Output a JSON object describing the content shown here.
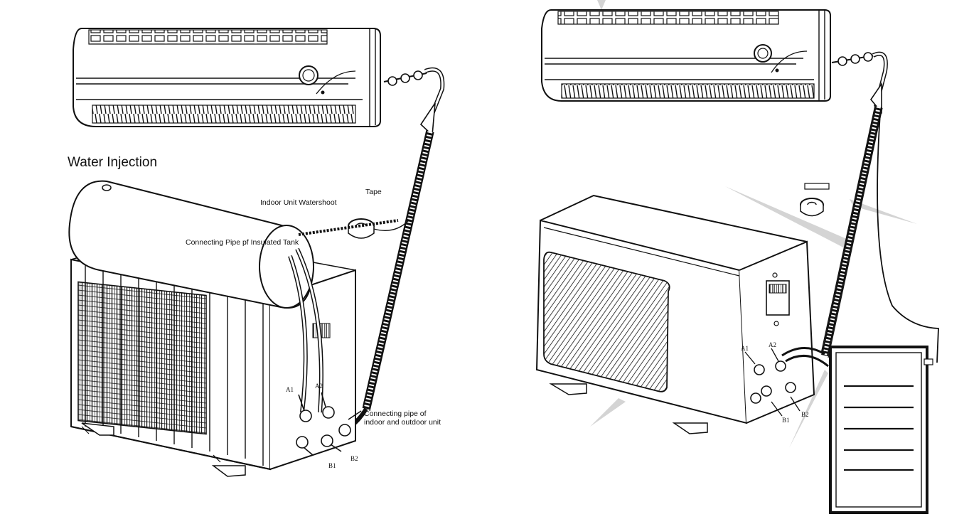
{
  "left_diagram": {
    "labels": {
      "water_injection": "Water Injection",
      "indoor_unit_watershoot": "Indoor Unit Watershoot",
      "tape": "Tape",
      "connecting_pipe_tank": "Connecting Pipe pf Insulated Tank",
      "connecting_pipe_units_line1": "Connecting pipe of",
      "connecting_pipe_units_line2": "indoor and outdoor unit",
      "valve_a1": "A1",
      "valve_a2": "A2",
      "valve_b1": "B1",
      "valve_b2": "B2"
    }
  },
  "right_diagram": {
    "labels": {
      "valve_a1": "A1",
      "valve_a2": "A2",
      "valve_b1": "B1",
      "valve_b2": "B2"
    }
  },
  "colors": {
    "line": "#111111",
    "background": "#ffffff",
    "glare": "#bfbfbf"
  }
}
